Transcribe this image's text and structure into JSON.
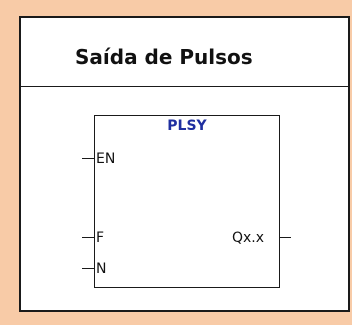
{
  "panel": {
    "title": "Saída de Pulsos"
  },
  "block": {
    "name": "PLSY",
    "inputs": [
      {
        "label": "EN"
      },
      {
        "label": "F"
      },
      {
        "label": "N"
      }
    ],
    "output": {
      "label": "Qx.x"
    }
  },
  "colors": {
    "background": "#f8cba7",
    "panel": "#ffffff",
    "border": "#1a1a1a",
    "block_name": "#1f2fa0"
  }
}
